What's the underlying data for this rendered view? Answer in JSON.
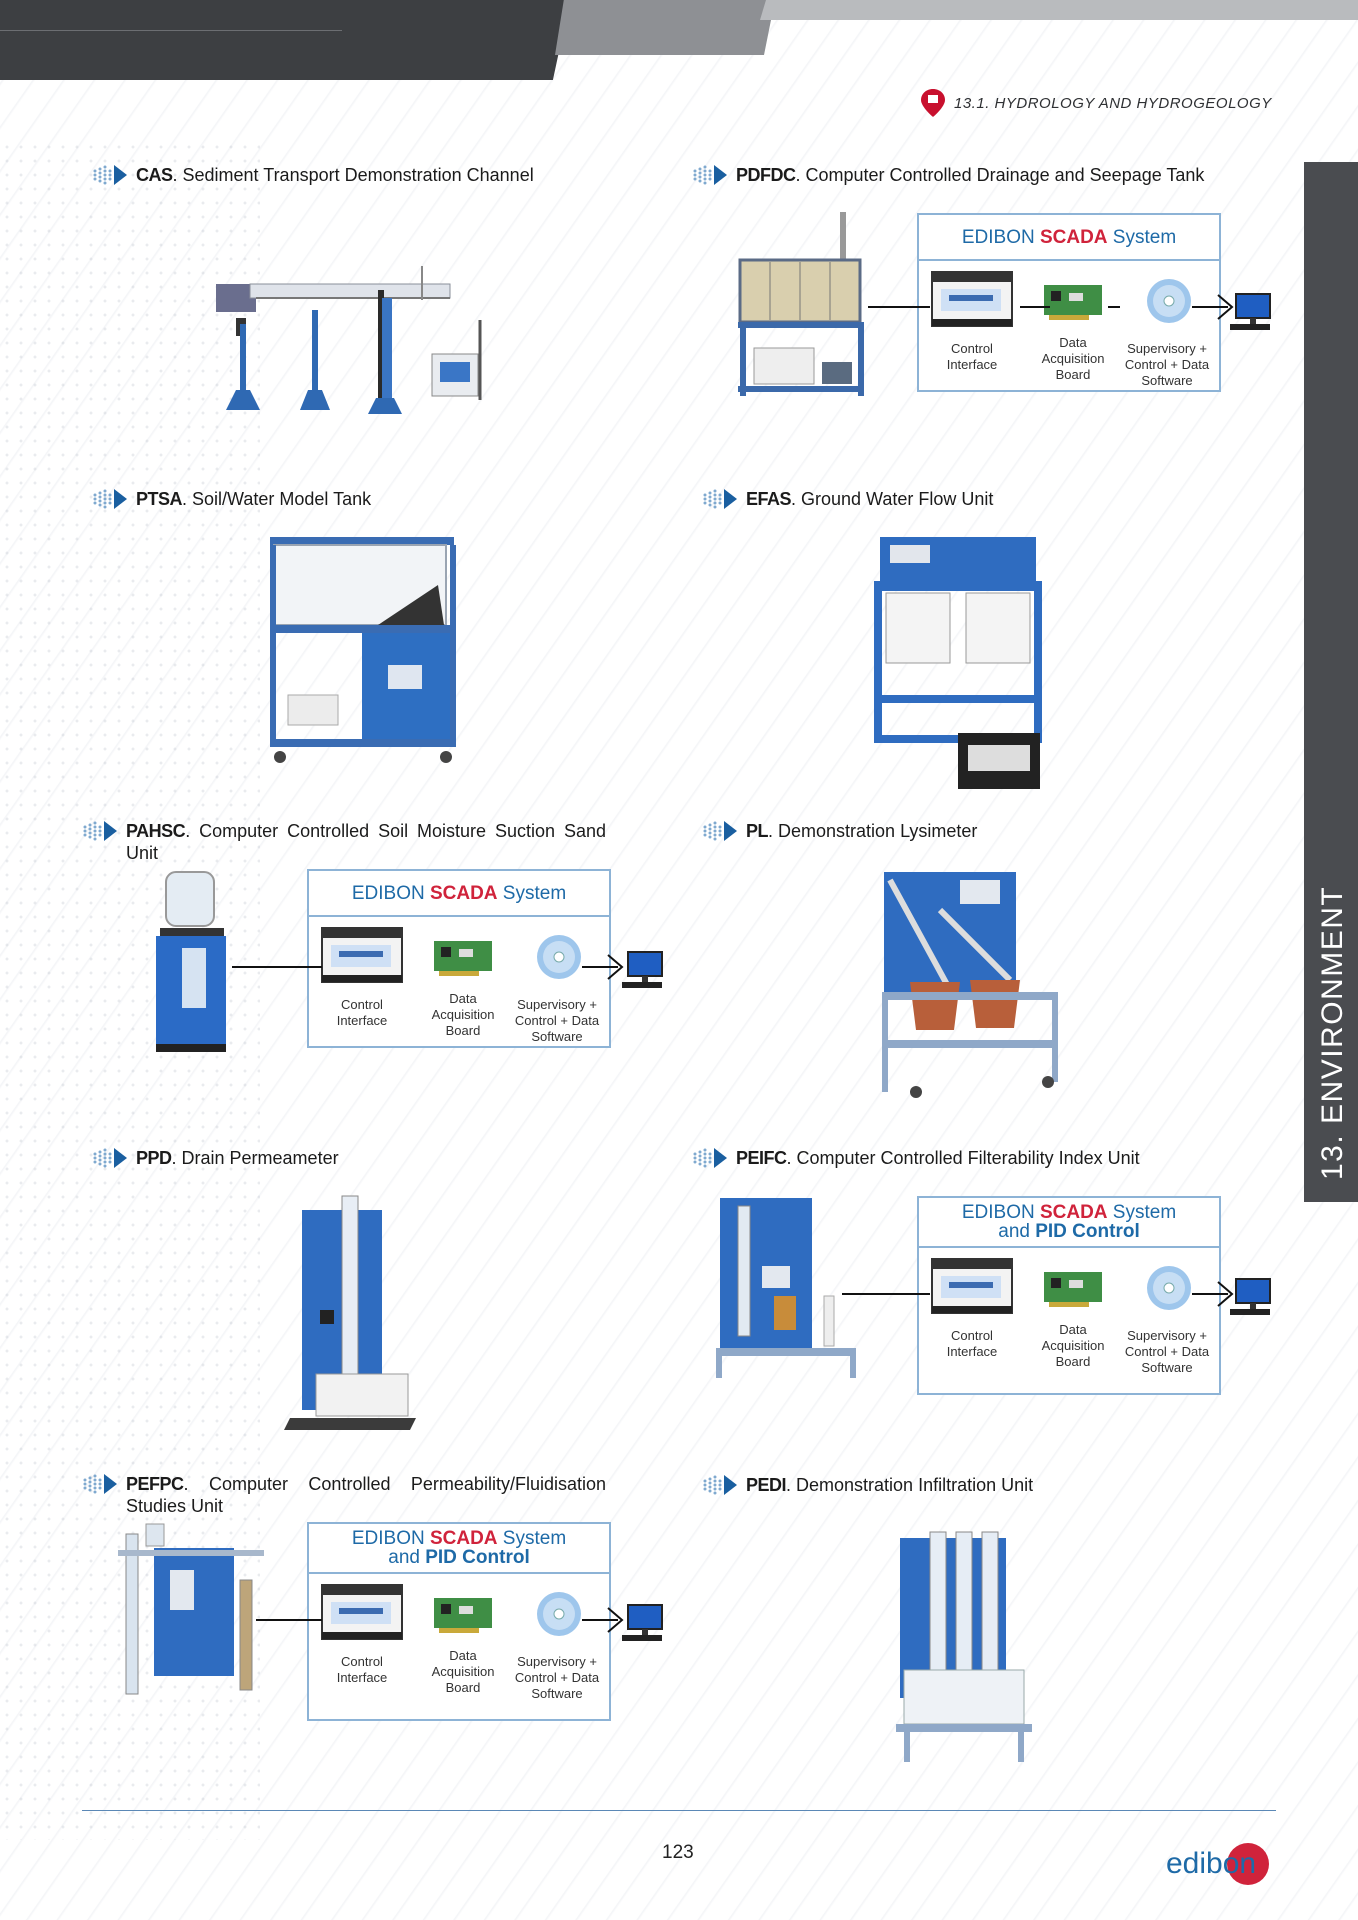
{
  "header": {
    "section": "13.1. HYDROLOGY AND HYDROGEOLOGY",
    "side_tab": "13. ENVIRONMENT"
  },
  "colors": {
    "accent_blue": "#1e6aa7",
    "accent_red": "#d0233b",
    "dark_grey": "#3d3f42",
    "box_border": "#8db3d6"
  },
  "products": [
    {
      "code": "CAS",
      "desc": ". Sediment Transport Demonstration Channel"
    },
    {
      "code": "PDFDC",
      "desc": ". Computer Controlled Drainage and Seepage Tank"
    },
    {
      "code": "PTSA",
      "desc": ". Soil/Water Model Tank"
    },
    {
      "code": "EFAS",
      "desc": ". Ground Water Flow Unit"
    },
    {
      "code": "PAHSC",
      "desc": ". Computer Controlled Soil Moisture Suction Sand Unit"
    },
    {
      "code": "PL",
      "desc": ". Demonstration Lysimeter"
    },
    {
      "code": "PPD",
      "desc": ". Drain Permeameter"
    },
    {
      "code": "PEIFC",
      "desc": ". Computer Controlled Filterability Index Unit"
    },
    {
      "code": "PEFPC",
      "desc": ". Computer Controlled Permeability/Fluidisation Studies Unit"
    },
    {
      "code": "PEDI",
      "desc": ". Demonstration Infiltration Unit"
    }
  ],
  "scada": {
    "brand": "EDIBON ",
    "scada_word": "SCADA",
    "system_word": " System",
    "pid_prefix": "and ",
    "pid_word": "PID Control",
    "label_control": "Control Interface",
    "label_daq": "Data Acquisition Board",
    "label_software": "Supervisory + Control + Data Software"
  },
  "footer": {
    "page": "123",
    "logo": "edibon"
  }
}
